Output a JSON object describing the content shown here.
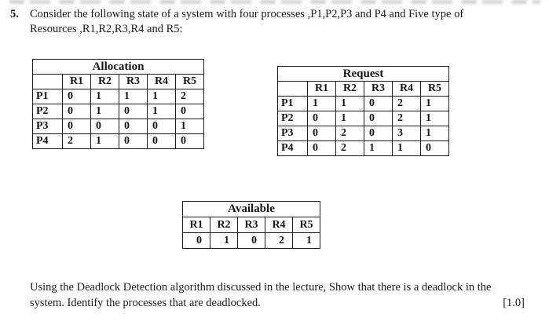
{
  "question": {
    "number": "5.",
    "line1": "Consider the following state of a system with four processes ,P1,P2,P3 and P4 and Five type of",
    "line2": "Resources ,R1,R2,R3,R4 and R5:"
  },
  "tables": {
    "allocation": {
      "title": "Allocation",
      "columns": [
        "R1",
        "R2",
        "R3",
        "R4",
        "R5"
      ],
      "rows": [
        {
          "label": "P1",
          "values": [
            0,
            1,
            1,
            1,
            2
          ]
        },
        {
          "label": "P2",
          "values": [
            0,
            1,
            0,
            1,
            0
          ]
        },
        {
          "label": "P3",
          "values": [
            0,
            0,
            0,
            0,
            1
          ]
        },
        {
          "label": "P4",
          "values": [
            2,
            1,
            0,
            0,
            0
          ]
        }
      ]
    },
    "request": {
      "title": "Request",
      "columns": [
        "R1",
        "R2",
        "R3",
        "R4",
        "R5"
      ],
      "rows": [
        {
          "label": "P1",
          "values": [
            1,
            1,
            0,
            2,
            1
          ]
        },
        {
          "label": "P2",
          "values": [
            0,
            1,
            0,
            2,
            1
          ]
        },
        {
          "label": "P3",
          "values": [
            0,
            2,
            0,
            3,
            1
          ]
        },
        {
          "label": "P4",
          "values": [
            0,
            2,
            1,
            1,
            0
          ]
        }
      ]
    },
    "available": {
      "title": "Available",
      "columns": [
        "R1",
        "R2",
        "R3",
        "R4",
        "R5"
      ],
      "values": [
        0,
        1,
        0,
        2,
        1
      ]
    }
  },
  "footer": {
    "line1": "Using the Deadlock Detection algorithm discussed in the lecture, Show that there is a deadlock in the",
    "line2": "system. Identify the processes that are deadlocked.",
    "marks": "[1.0]"
  }
}
